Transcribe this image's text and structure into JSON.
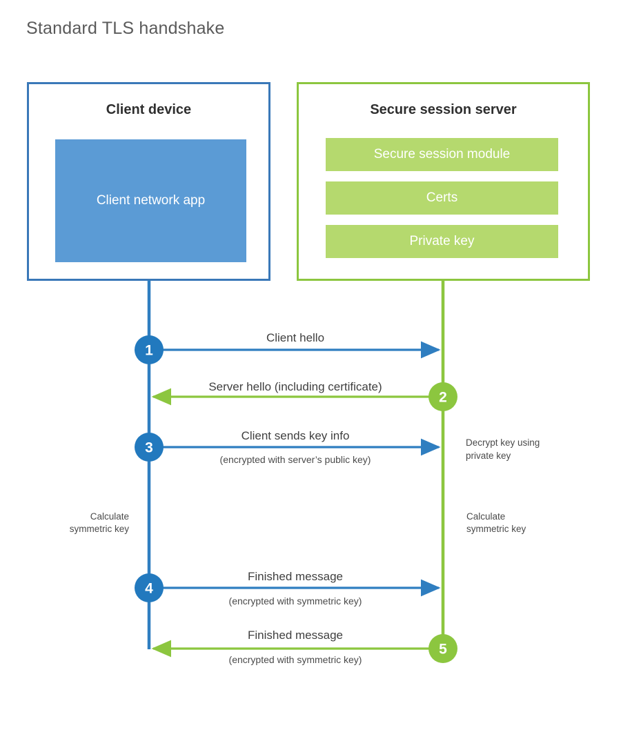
{
  "title": "Standard TLS handshake",
  "colors": {
    "client_blue_border": "#3a78b8",
    "client_app_fill": "#5b9bd5",
    "client_line": "#2f7ec0",
    "client_circle": "#2279be",
    "server_green_border": "#8cc63f",
    "server_bar_fill": "#b5d96e",
    "server_line": "#8cc63f",
    "server_circle": "#8cc63f",
    "title_text": "#5a5a5a",
    "body_text": "#3f3f3f",
    "background": "#ffffff"
  },
  "client": {
    "title": "Client device",
    "app_label": "Client network app"
  },
  "server": {
    "title": "Secure session server",
    "modules": [
      "Secure session module",
      "Certs",
      "Private key"
    ]
  },
  "steps": [
    {
      "number": "1",
      "label": "Client hello",
      "sublabel": "",
      "direction": "client-to-server",
      "side": "client"
    },
    {
      "number": "2",
      "label": "Server hello (including certificate)",
      "sublabel": "",
      "direction": "server-to-client",
      "side": "server"
    },
    {
      "number": "3",
      "label": "Client sends key info",
      "sublabel": "(encrypted with server’s public key)",
      "direction": "client-to-server",
      "side": "client"
    },
    {
      "number": "4",
      "label": "Finished message",
      "sublabel": "(encrypted with symmetric key)",
      "direction": "client-to-server",
      "side": "client"
    },
    {
      "number": "5",
      "label": "Finished message",
      "sublabel": "(encrypted with symmetric key)",
      "direction": "server-to-client",
      "side": "server"
    }
  ],
  "annotations": {
    "decrypt_key": {
      "line1": "Decrypt key using",
      "line2": "private key"
    },
    "client_calculate": {
      "line1": "Calculate",
      "line2": "symmetric key"
    },
    "server_calculate": {
      "line1": "Calculate",
      "line2": "symmetric key"
    }
  }
}
